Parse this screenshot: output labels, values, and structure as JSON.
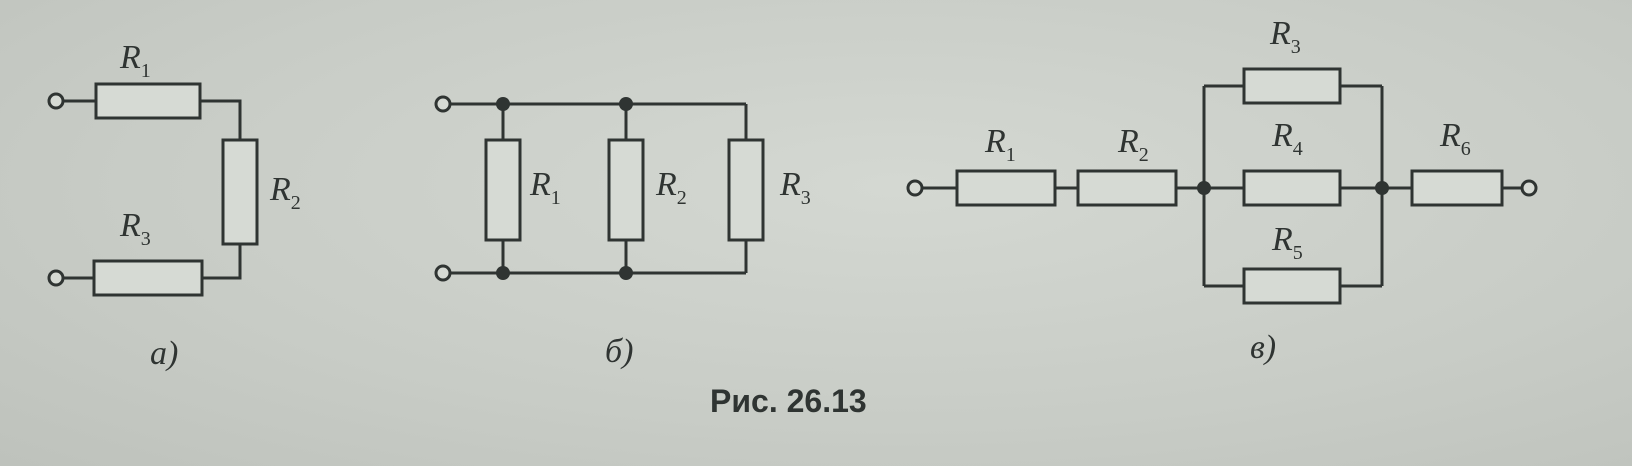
{
  "figure_caption": "Рис. 26.13",
  "diagrams": {
    "a": {
      "caption": "а)",
      "resistors": [
        {
          "sym": "R",
          "sub": "1"
        },
        {
          "sym": "R",
          "sub": "2"
        },
        {
          "sym": "R",
          "sub": "3"
        }
      ]
    },
    "b": {
      "caption": "б)",
      "resistors": [
        {
          "sym": "R",
          "sub": "1"
        },
        {
          "sym": "R",
          "sub": "2"
        },
        {
          "sym": "R",
          "sub": "3"
        }
      ]
    },
    "c": {
      "caption": "в)",
      "resistors": [
        {
          "sym": "R",
          "sub": "1"
        },
        {
          "sym": "R",
          "sub": "2"
        },
        {
          "sym": "R",
          "sub": "3"
        },
        {
          "sym": "R",
          "sub": "4"
        },
        {
          "sym": "R",
          "sub": "5"
        },
        {
          "sym": "R",
          "sub": "6"
        }
      ]
    }
  }
}
